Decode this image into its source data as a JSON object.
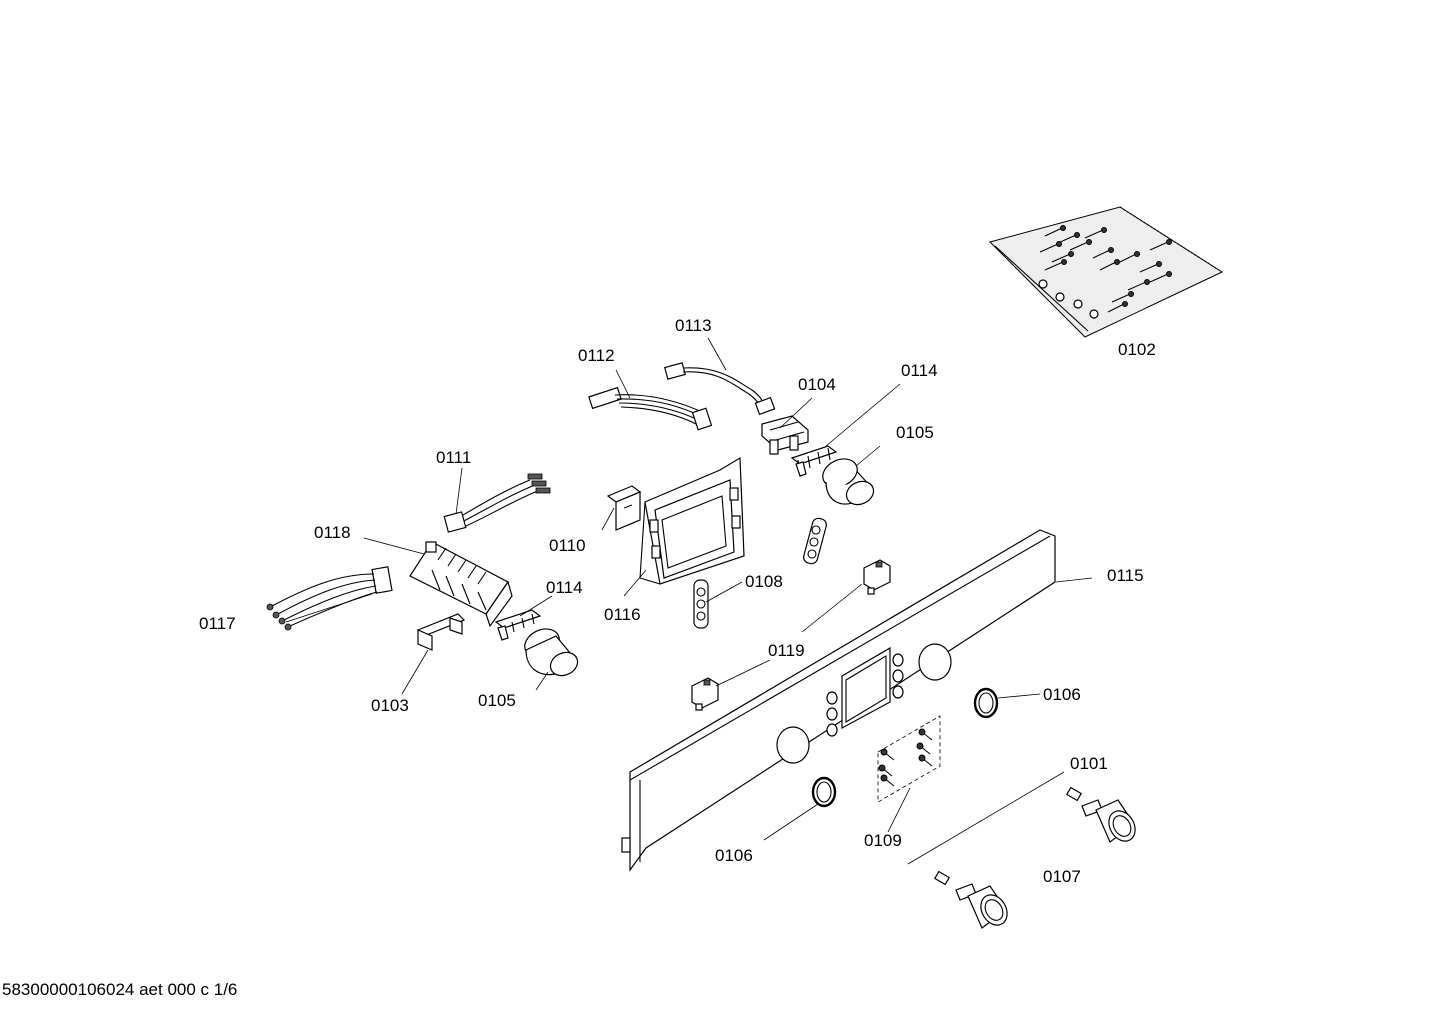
{
  "drawing": {
    "document_id": "58300000106024 aet 000 c 1/6"
  },
  "callouts": [
    {
      "id": "c0102",
      "text": "0102"
    },
    {
      "id": "c0113",
      "text": "0113"
    },
    {
      "id": "c0112",
      "text": "0112"
    },
    {
      "id": "c0104",
      "text": "0104"
    },
    {
      "id": "c0114a",
      "text": "0114"
    },
    {
      "id": "c0105a",
      "text": "0105"
    },
    {
      "id": "c0111",
      "text": "0111"
    },
    {
      "id": "c0118",
      "text": "0118"
    },
    {
      "id": "c0110",
      "text": "0110"
    },
    {
      "id": "c0114b",
      "text": "0114"
    },
    {
      "id": "c0117",
      "text": "0117"
    },
    {
      "id": "c0108",
      "text": "0108"
    },
    {
      "id": "c0116",
      "text": "0116"
    },
    {
      "id": "c0115",
      "text": "0115"
    },
    {
      "id": "c0119",
      "text": "0119"
    },
    {
      "id": "c0103",
      "text": "0103"
    },
    {
      "id": "c0105b",
      "text": "0105"
    },
    {
      "id": "c0106a",
      "text": "0106"
    },
    {
      "id": "c0101",
      "text": "0101"
    },
    {
      "id": "c0106b",
      "text": "0106"
    },
    {
      "id": "c0109",
      "text": "0109"
    },
    {
      "id": "c0107",
      "text": "0107"
    }
  ]
}
